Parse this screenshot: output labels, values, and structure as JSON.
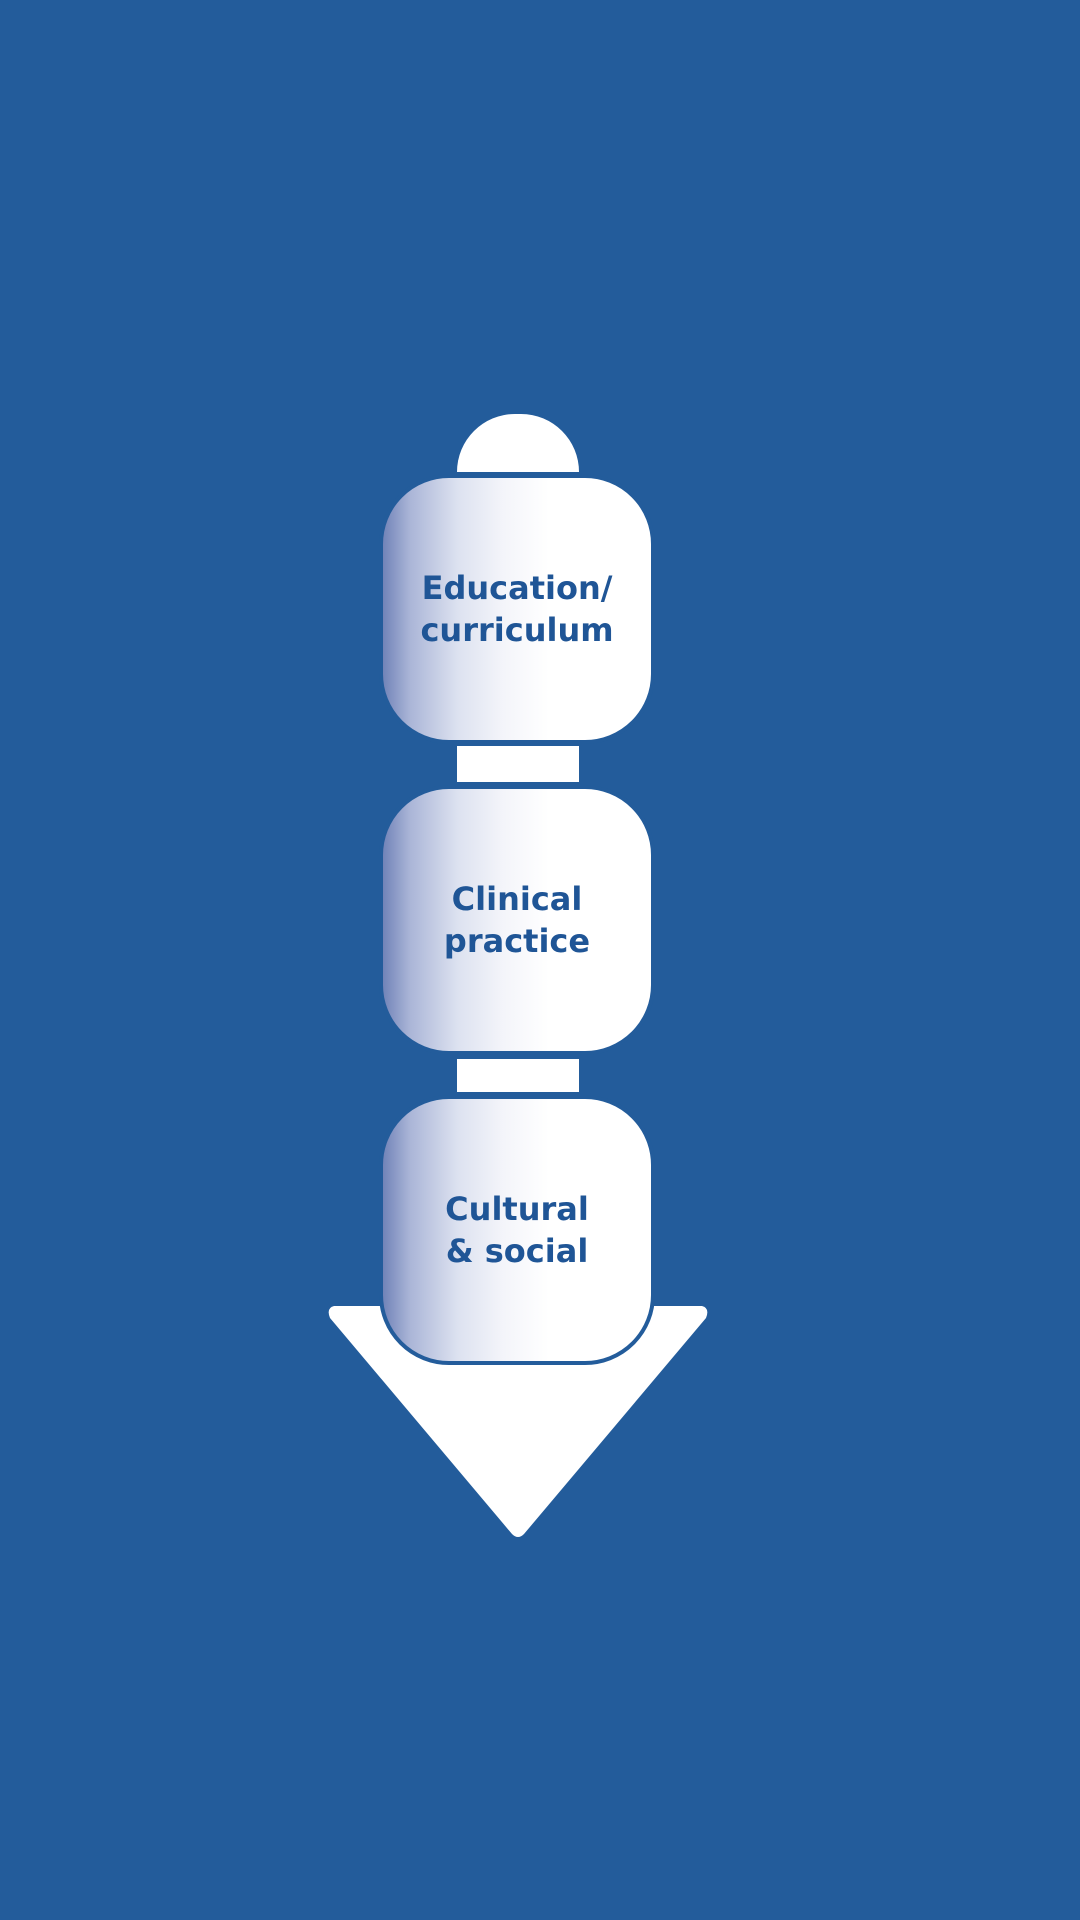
{
  "colors": {
    "background": "#235c9b",
    "text": "#1f5596",
    "shape": "#ffffff"
  },
  "steps": [
    {
      "label": "Education/\ncurriculum"
    },
    {
      "label": "Clinical\npractice"
    },
    {
      "label": "Cultural\n& social"
    }
  ]
}
